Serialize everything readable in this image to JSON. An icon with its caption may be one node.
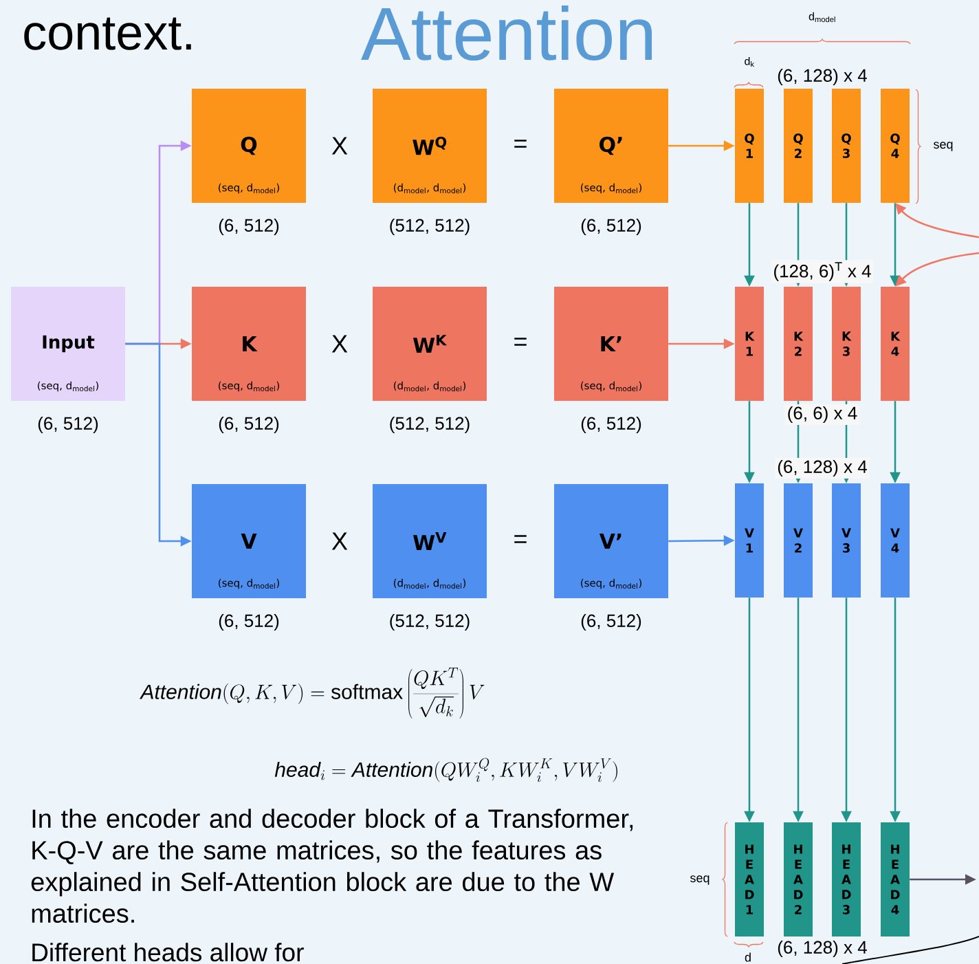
{
  "diagram": {
    "title": "Attention",
    "nodes": [
      {
        "text": [
          "Input",
          "(seq, d$_{model}$)"
        ],
        "beside": [
          "(6, 512)"
        ]
      },
      {
        "text": [
          "Q",
          "(seq, d$_{model}$)"
        ],
        "beside": [
          "(6, 512)"
        ]
      },
      {
        "text": [
          "W$^{Q}$",
          "(d$_{model}$, d$_{model}$)"
        ],
        "beside": [
          "(512, 512)"
        ]
      },
      {
        "text": [
          "Q’",
          "(seq, d$_{model}$)"
        ],
        "beside": [
          "(6, 512)"
        ]
      },
      {
        "text": [
          "K",
          "(seq, d$_{model}$)"
        ],
        "beside": [
          "(6, 512)"
        ]
      },
      {
        "text": [
          "W$^{K}$",
          "(d$_{model}$, d$_{model}$)"
        ],
        "beside": [
          "(512, 512)"
        ]
      },
      {
        "text": [
          "K’",
          "(seq, d$_{model}$)"
        ],
        "beside": [
          "(6, 512)"
        ]
      },
      {
        "text": [
          "V",
          "(seq, d$_{model}$)"
        ],
        "beside": [
          "(6, 512)"
        ]
      },
      {
        "text": [
          "W$^{V}$",
          "(d$_{model}$, d$_{model}$)"
        ],
        "beside": [
          "(512, 512)"
        ]
      },
      {
        "text": [
          "V’",
          "(seq, d$_{model}$)"
        ],
        "beside": [
          "(6, 512)"
        ]
      },
      {
        "text": [
          "Q 1"
        ]
      },
      {
        "text": [
          "Q 2"
        ]
      },
      {
        "text": [
          "Q 3"
        ]
      },
      {
        "text": [
          "Q 4"
        ]
      },
      {
        "text": [
          "K 1"
        ]
      },
      {
        "text": [
          "K 2"
        ]
      },
      {
        "text": [
          "K 3"
        ]
      },
      {
        "text": [
          "K 4"
        ]
      },
      {
        "text": [
          "V 1"
        ]
      },
      {
        "text": [
          "V 2"
        ]
      },
      {
        "text": [
          "V 3"
        ]
      },
      {
        "text": [
          "V 4"
        ]
      },
      {
        "text": [
          "H E A D 1"
        ]
      },
      {
        "text": [
          "H E A D 2"
        ]
      },
      {
        "text": [
          "H E A D 3"
        ]
      },
      {
        "text": [
          "H E A D 4"
        ]
      }
    ],
    "edges": [
      {
        "from": 0,
        "to": 1,
        "arrow": "to",
        "color": "#b98cf5"
      },
      {
        "from": 0,
        "to": 4,
        "arrow": "to",
        "color": "#ef7763"
      },
      {
        "from": 0,
        "to": 7,
        "arrow": "to",
        "color": "#4f8fef"
      },
      {
        "from": 3,
        "to": 10,
        "arrow": "to",
        "color": "#fb9418"
      },
      {
        "from": 6,
        "to": 14,
        "arrow": "to",
        "color": "#ef7763"
      },
      {
        "from": 9,
        "to": 18,
        "arrow": "to",
        "color": "#4f8fef"
      },
      {
        "from": 10,
        "to": 14,
        "arrow": "to"
      },
      {
        "from": 11,
        "to": 15,
        "arrow": "to"
      },
      {
        "from": 12,
        "to": 16,
        "arrow": "to"
      },
      {
        "from": 13,
        "to": 17,
        "arrow": "to"
      },
      {
        "from": 14,
        "to": 18,
        "arrow": "to"
      },
      {
        "from": 15,
        "to": 19,
        "arrow": "to"
      },
      {
        "from": 16,
        "to": 20,
        "arrow": "to"
      },
      {
        "from": 17,
        "to": 21,
        "arrow": "to"
      },
      {
        "from": 18,
        "to": 22,
        "arrow": "to"
      },
      {
        "from": 19,
        "to": 23,
        "arrow": "to"
      },
      {
        "from": 20,
        "to": 24,
        "arrow": "to"
      },
      {
        "from": 21,
        "to": 25,
        "arrow": "to"
      },
      {
        "from": null,
        "to": 13,
        "arrow": "to",
        "color": "#ef7763"
      },
      {
        "from": null,
        "to": 17,
        "arrow": "to",
        "color": "#ef7763"
      },
      {
        "from": 25,
        "to": null,
        "arrow": "to",
        "color": "#595263"
      }
    ],
    "labels": [
      "context.",
      "d$_{model}$",
      "d$_{k}$",
      "(6, 128) x 4",
      "X",
      "=",
      "seq",
      "(128, 6)$^{T}$ x 4",
      "X",
      "=",
      "(6, 6) x 4",
      "(6, 128) x 4",
      "X",
      "=",
      "\\mathit{Attention}(Q,K,V)=\\mathrm{softmax}\\left(\\frac{QK^{T}}{\\sqrt{d_{k}}}\\right)V",
      "\\mathit{head}_{i}=\\mathit{Attention}(QW_{i}^{Q},KW_{i}^{K},VW_{i}^{V})",
      "In the encoder and decoder block of a Transformer, K-Q-V are the same matrices, so the features as explained in Self-Attention block are due to the W matrices.",
      "seq",
      "(6, 128) x 4",
      "d",
      "Different heads allow for"
    ]
  }
}
